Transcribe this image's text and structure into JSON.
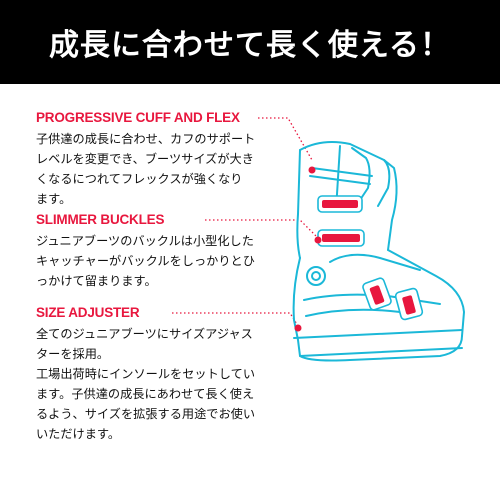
{
  "banner": {
    "title": "成長に合わせて長く使える！"
  },
  "features": [
    {
      "title": "PROGRESSIVE CUFF AND FLEX",
      "lines": [
        "子供達の成長に合わせ、カフのサポート",
        "レベルを変更でき、ブーツサイズが大き",
        "くなるにつれてフレックスが強くなり",
        "ます。"
      ]
    },
    {
      "title": "SLIMMER BUCKLES",
      "lines": [
        "ジュニアブーツのバックルは小型化した",
        "キャッチャーがバックルをしっかりとひ",
        "っかけて留まります。"
      ]
    },
    {
      "title": "SIZE ADJUSTER",
      "lines": [
        "全てのジュニアブーツにサイズアジャス",
        "ターを採用。",
        "工場出荷時にインソールをセットしてい",
        "ます。子供達の成長にあわせて長く使え",
        "るよう、サイズを拡張する用途でお使い",
        "いただけます。"
      ]
    }
  ],
  "colors": {
    "accent": "#e8173e",
    "boot_outline": "#1bb8d8",
    "banner_bg": "#000000"
  },
  "icons": {
    "boot": "ski-boot-illustration"
  }
}
